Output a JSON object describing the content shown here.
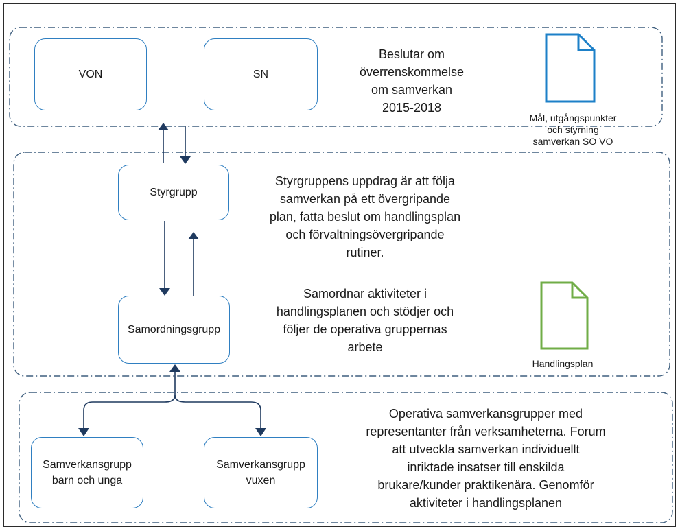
{
  "colors": {
    "box_border": "#2f7fc1",
    "arrow": "#1f3a5f",
    "panel_border": "#3f5f7f",
    "doc_blue": "#1d80c8",
    "doc_green": "#70ad47"
  },
  "top_panel": {
    "von": "VON",
    "sn": "SN",
    "decision_text": "Beslutar om\növerrenskommelse\nom samverkan\n2015-2018",
    "doc_label": "Mål, utgångspunkter\noch styrning\nsamverkan SO VO",
    "doc_icon": "document-icon"
  },
  "middle_panel": {
    "styrgrupp": "Styrgrupp",
    "samordningsgrupp": "Samordningsgrupp",
    "styrgrupp_text": "Styrgruppens uppdrag är att följa\nsamverkan på ett övergripande\nplan, fatta beslut om handlingsplan\noch förvaltningsövergripande\nrutiner.",
    "samordning_text": "Samordnar aktiviteter i\nhandlingsplanen och stödjer och\nföljer de operativa gruppernas\narbete",
    "doc_label": "Handlingsplan",
    "doc_icon": "document-icon"
  },
  "bottom_panel": {
    "barn": "Samverkansgrupp\nbarn och unga",
    "vuxen": "Samverkansgrupp\nvuxen",
    "operative_text": "Operativa samverkansgrupper med\nrepresentanter från verksamheterna. Forum\natt utveckla samverkan individuellt\ninriktade insatser till enskilda\nbrukare/kunder  praktikenära. Genomför\naktiviteter i handlingsplanen"
  }
}
